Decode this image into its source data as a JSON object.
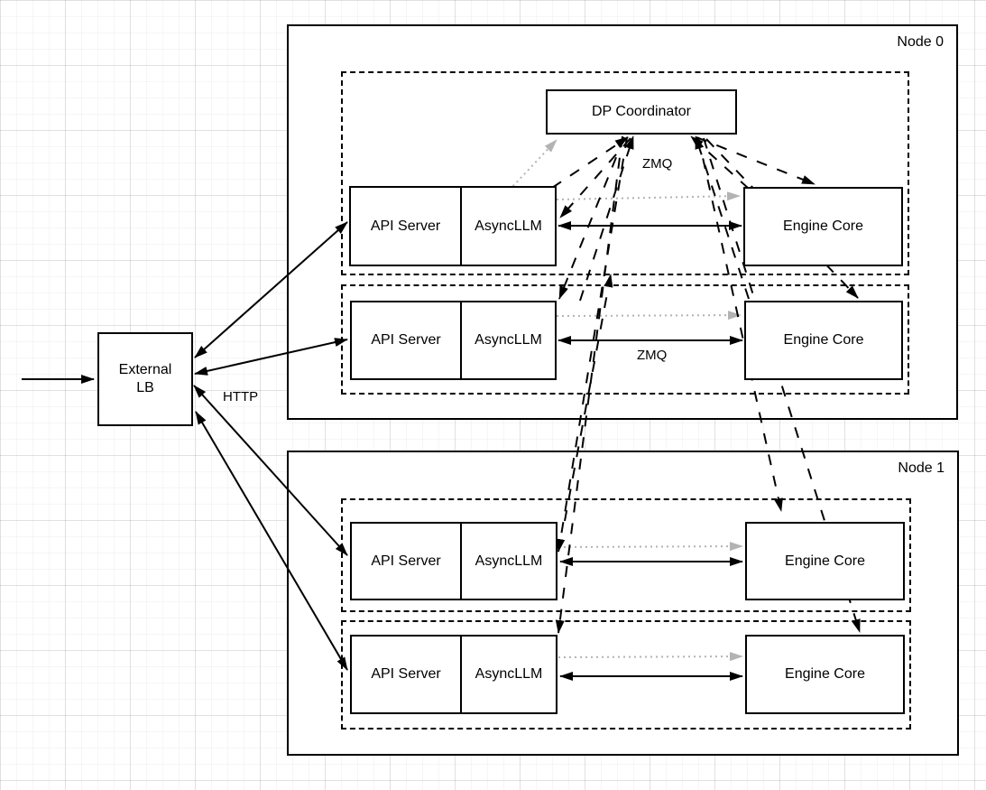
{
  "diagram": {
    "title_hint": "data parallel deployment diagram",
    "external_lb": {
      "label": "External\nLB"
    },
    "edge_labels": {
      "http": "HTTP",
      "zmq_top": "ZMQ",
      "zmq_mid": "ZMQ"
    },
    "coordinator": {
      "label": "DP Coordinator"
    },
    "nodes": [
      {
        "label": "Node 0",
        "groups": [
          {
            "api_server": "API Server",
            "async_llm": "AsyncLLM",
            "engine_core": "Engine Core"
          },
          {
            "api_server": "API Server",
            "async_llm": "AsyncLLM",
            "engine_core": "Engine Core"
          }
        ]
      },
      {
        "label": "Node 1",
        "groups": [
          {
            "api_server": "API Server",
            "async_llm": "AsyncLLM",
            "engine_core": "Engine Core"
          },
          {
            "api_server": "API Server",
            "async_llm": "AsyncLLM",
            "engine_core": "Engine Core"
          }
        ]
      }
    ],
    "colors": {
      "stroke": "#000000",
      "gray_link": "#b3b3b3",
      "background": "#ffffff"
    },
    "link_types": {
      "solid": "request/response",
      "dashed": "ZMQ coordinator messages",
      "dotted_gray": "startup handshake"
    }
  }
}
